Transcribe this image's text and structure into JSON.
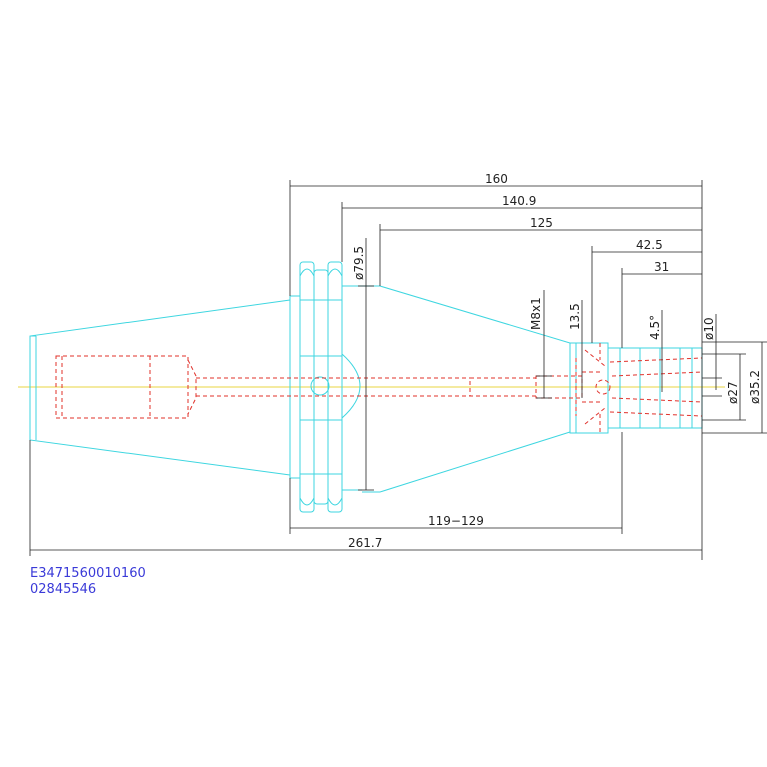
{
  "dimensions": {
    "d160": "160",
    "d140_9": "140.9",
    "d125": "125",
    "d42_5": "42.5",
    "d31": "31",
    "d79_5": "ø79.5",
    "dM8": "M8x1",
    "d13_5": "13.5",
    "d4_5": "4.5°",
    "d10": "ø10",
    "d27": "ø27",
    "d35_2": "ø35.2",
    "d119_129": "119−129",
    "d261_7": "261.7"
  },
  "part_codes": {
    "code1": "E3471560010160",
    "code2": "02845546"
  },
  "colors": {
    "outline": "#3ed6e0",
    "hidden": "#e0302a",
    "centerline": "#e8d640",
    "dimension": "#222222",
    "codes": "#3a3ad8"
  }
}
